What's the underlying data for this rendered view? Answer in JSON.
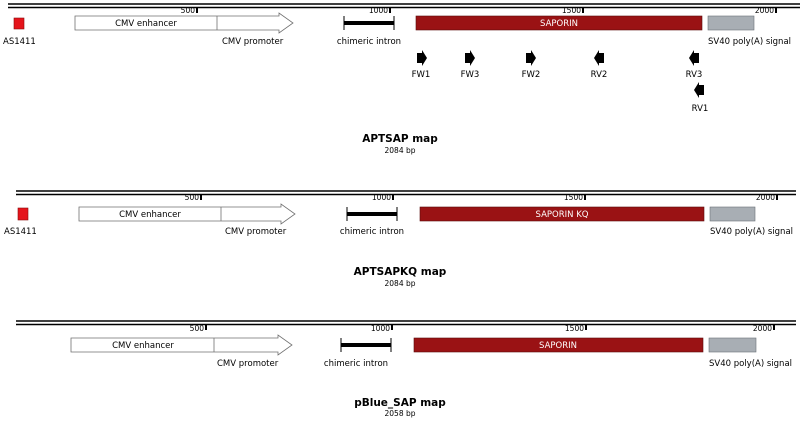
{
  "colors": {
    "backbone": "#000000",
    "as1411": "#e5141b",
    "saporin": "#9a1214",
    "sv40": "#a8aeb4",
    "cmv_stroke": "#707070"
  },
  "maps": [
    {
      "id": "aptsap",
      "title": "APTSAP map",
      "size": "2084 bp",
      "ticks": [
        "500",
        "1000",
        "1500",
        "2000"
      ],
      "features": {
        "as1411": "AS1411",
        "cmv_enhancer": "CMV enhancer",
        "cmv_promoter": "CMV promoter",
        "intron": "chimeric intron",
        "saporin": "SAPORIN",
        "sv40": "SV40 poly(A) signal"
      },
      "primers": [
        {
          "name": "FW1",
          "direction": "forward"
        },
        {
          "name": "FW3",
          "direction": "forward"
        },
        {
          "name": "FW2",
          "direction": "forward"
        },
        {
          "name": "RV2",
          "direction": "reverse"
        },
        {
          "name": "RV3",
          "direction": "reverse"
        },
        {
          "name": "RV1",
          "direction": "reverse"
        }
      ]
    },
    {
      "id": "aptsapkq",
      "title": "APTSAPKQ map",
      "size": "2084 bp",
      "ticks": [
        "500",
        "1000",
        "1500",
        "2000"
      ],
      "features": {
        "as1411": "AS1411",
        "cmv_enhancer": "CMV enhancer",
        "cmv_promoter": "CMV promoter",
        "intron": "chimeric intron",
        "saporin": "SAPORIN KQ",
        "sv40": "SV40 poly(A) signal"
      }
    },
    {
      "id": "pbluesap",
      "title": "pBlue_SAP map",
      "size": "2058 bp",
      "ticks": [
        "500",
        "1000",
        "1500",
        "2000"
      ],
      "features": {
        "cmv_enhancer": "CMV enhancer",
        "cmv_promoter": "CMV promoter",
        "intron": "chimeric intron",
        "saporin": "SAPORIN",
        "sv40": "SV40 poly(A) signal"
      }
    }
  ]
}
